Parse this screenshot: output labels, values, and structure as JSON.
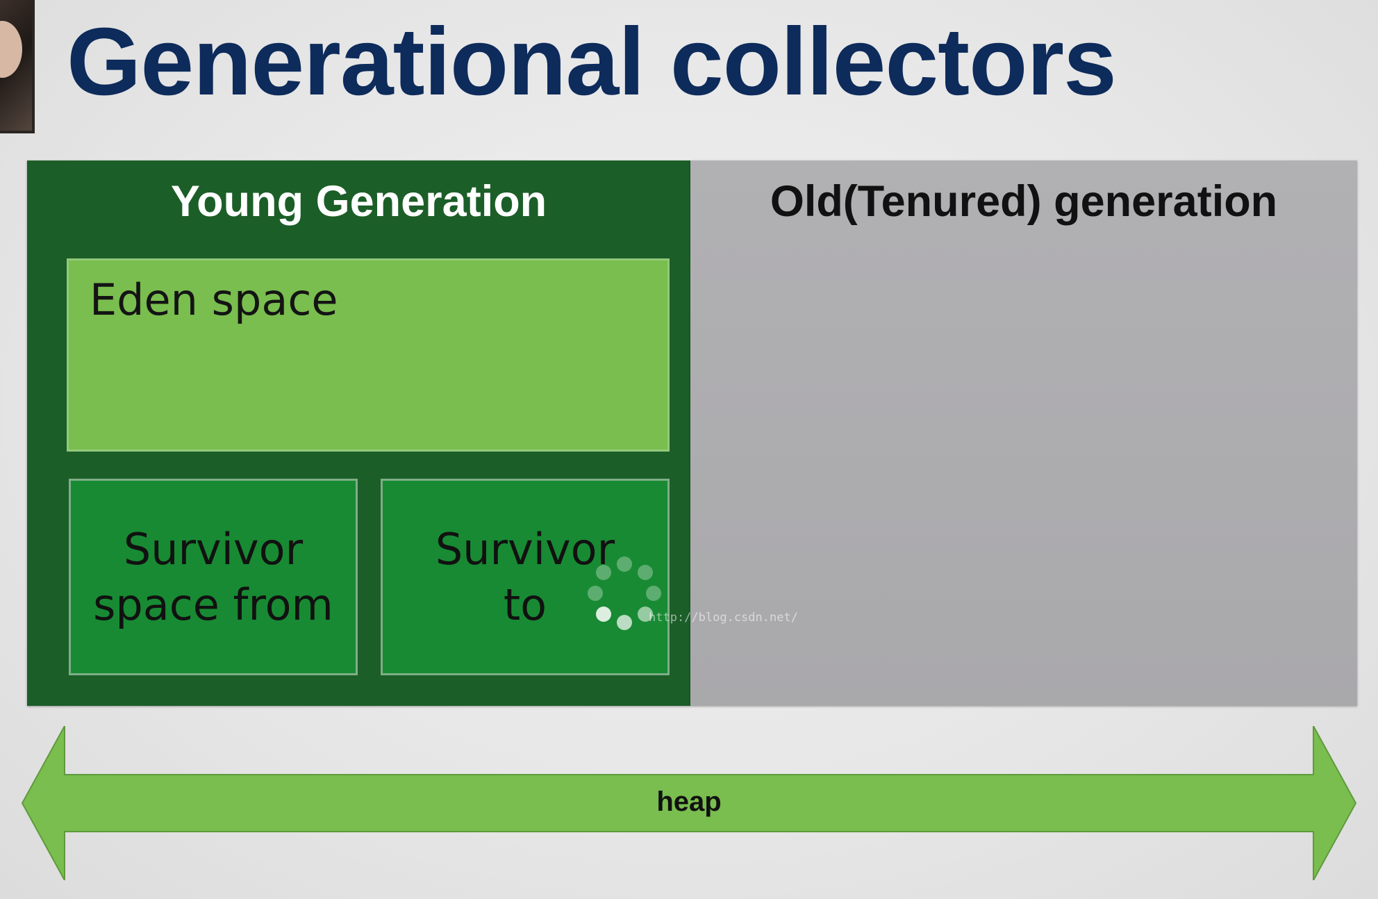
{
  "title": "Generational collectors",
  "young_generation": {
    "label": "Young Generation",
    "eden_label": "Eden space",
    "survivor_from_label": "Survivor\nspace from",
    "survivor_to_label": "Survivor\nto"
  },
  "old_generation": {
    "label": "Old(Tenured) generation"
  },
  "heap_label": "heap",
  "watermark": "http://blog.csdn.net/",
  "colors": {
    "title": "#0d2b5b",
    "young_generation": "#1c5e28",
    "eden": "#79be4e",
    "survivor": "#188a33",
    "old_generation": "#aaa9ac",
    "heap_arrow": "#79be4e"
  },
  "icons": {
    "speaker_thumbnail": "speaker-video-thumbnail",
    "loading": "loading-spinner-icon",
    "heap_arrow": "double-headed-arrow"
  }
}
